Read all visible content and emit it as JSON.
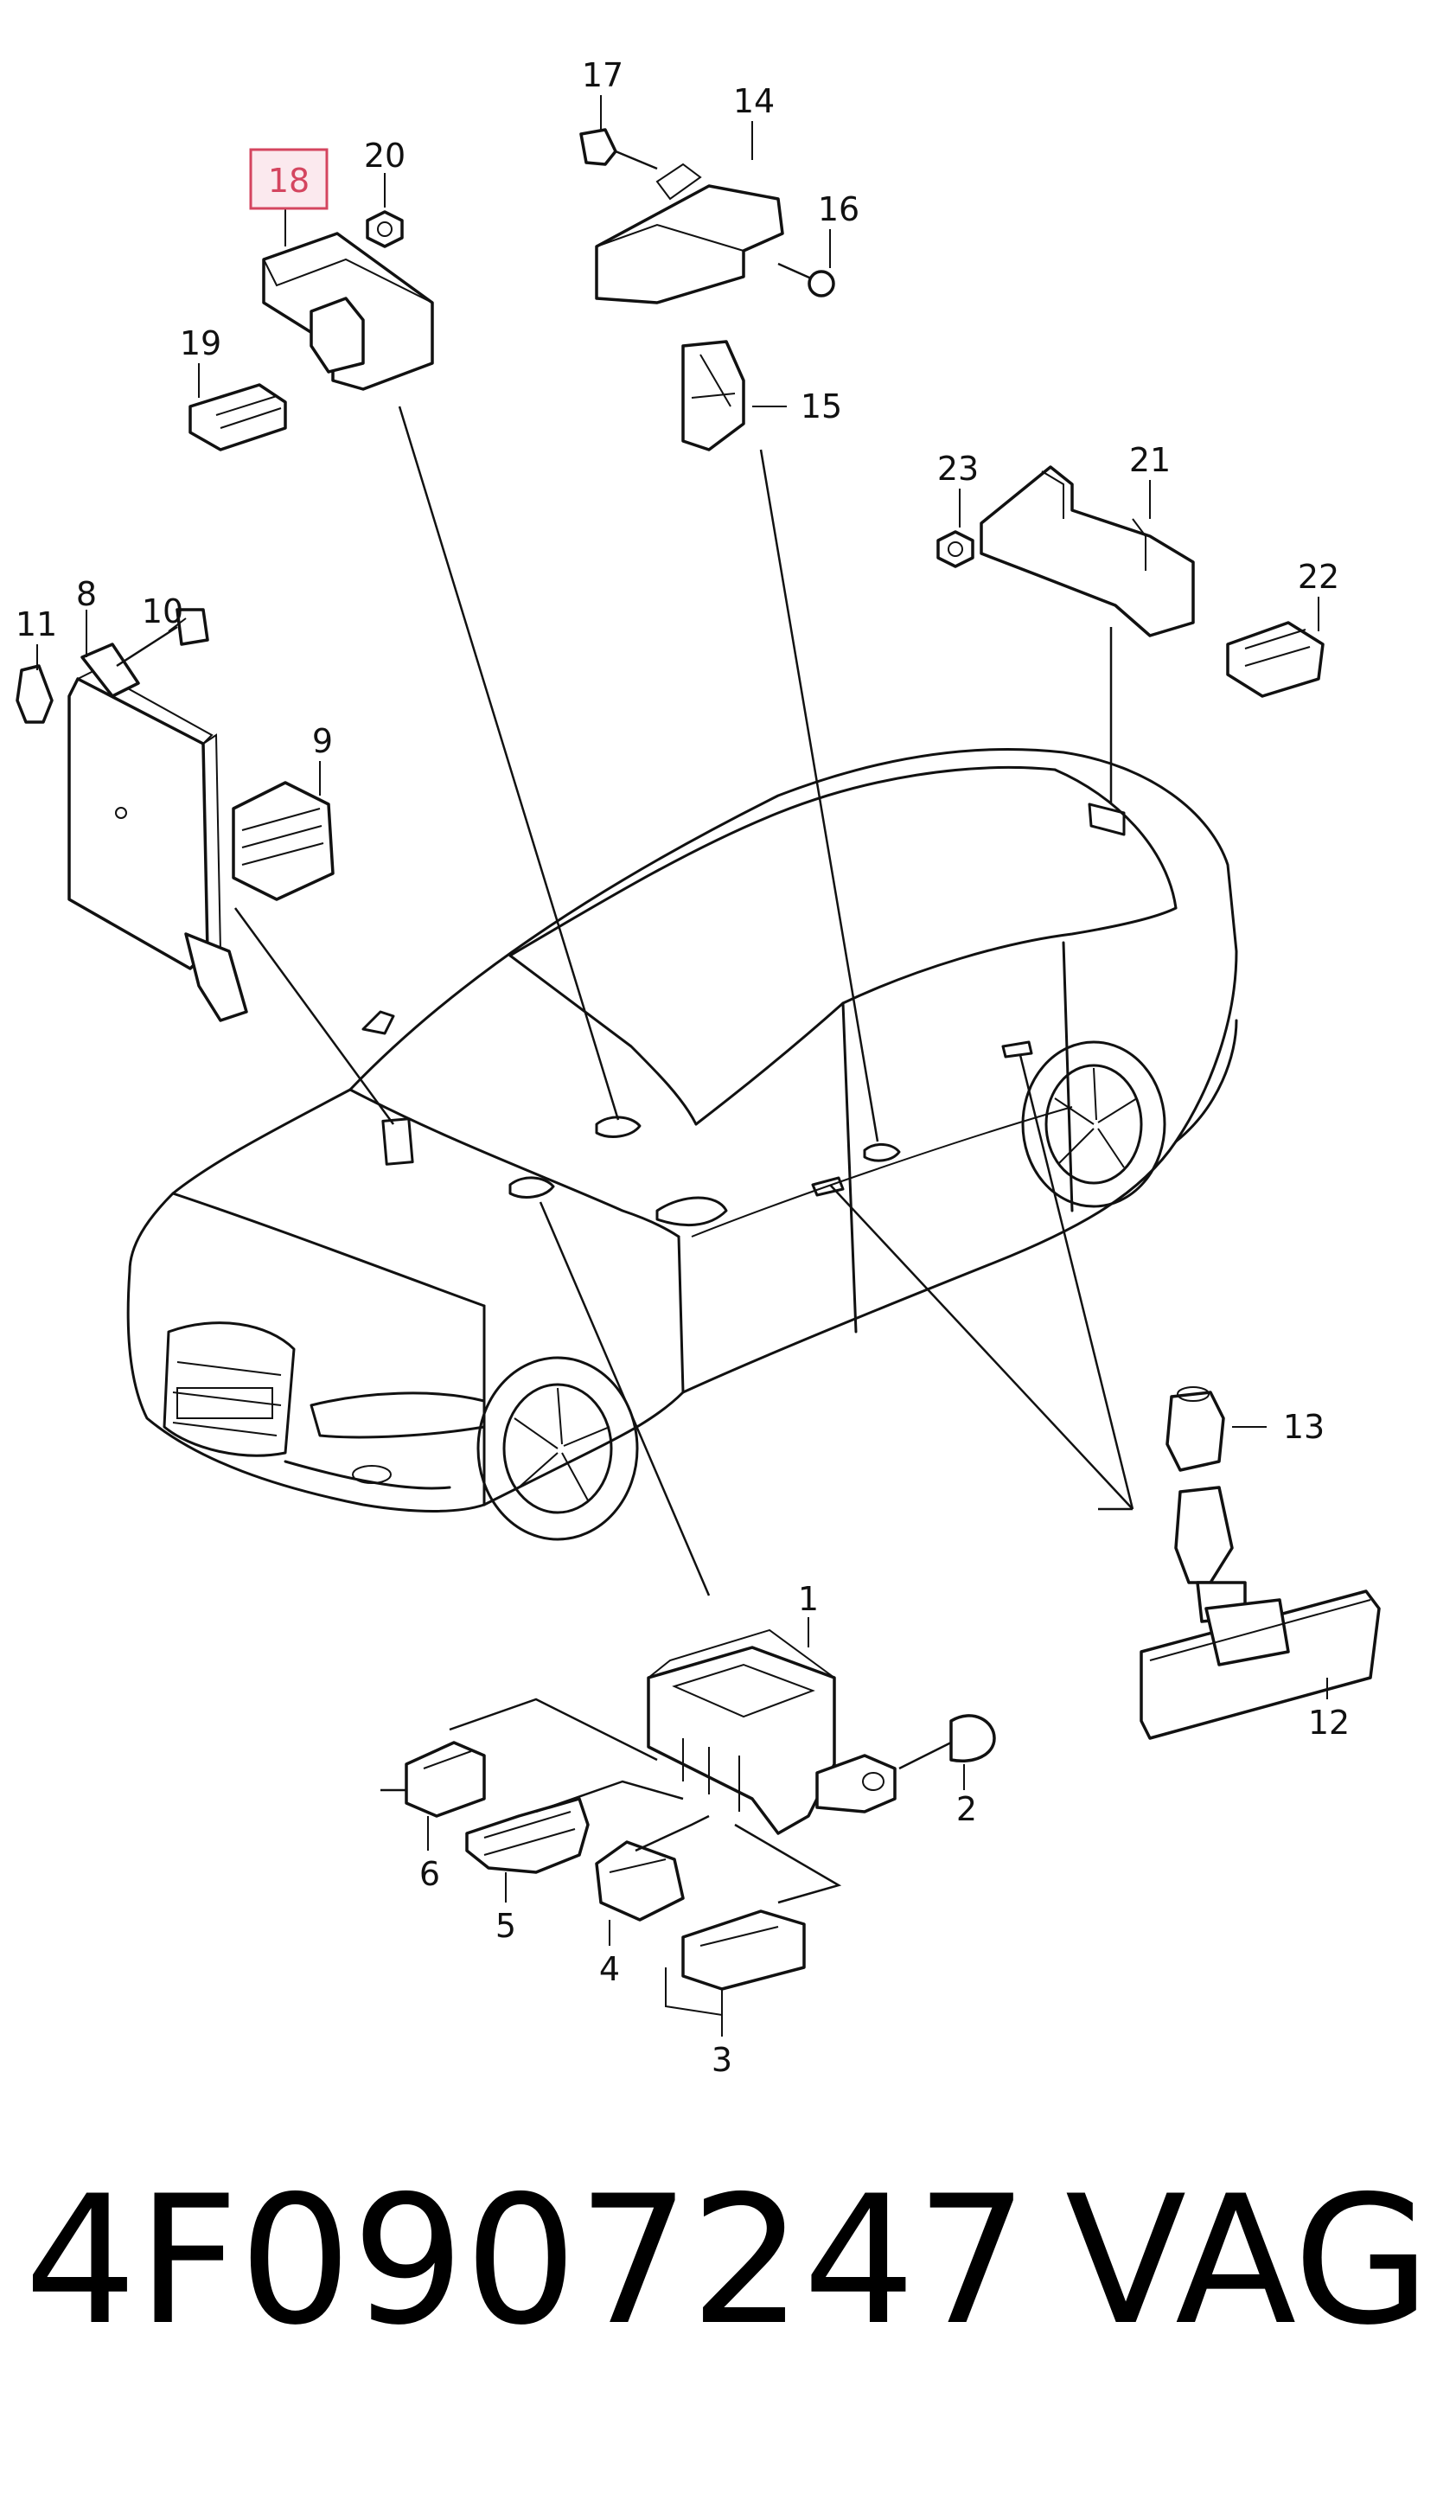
{
  "diagram": {
    "callouts": {
      "c1": "1",
      "c2": "2",
      "c3": "3",
      "c4": "4",
      "c5": "5",
      "c6": "6",
      "c8": "8",
      "c9": "9",
      "c10": "10",
      "c11": "11",
      "c12": "12",
      "c13": "13",
      "c14": "14",
      "c15": "15",
      "c16": "16",
      "c17": "17",
      "c18": "18",
      "c19": "19",
      "c20": "20",
      "c21": "21",
      "c22": "22",
      "c23": "23"
    },
    "highlighted_callout": "18",
    "highlight_color": "#d4455f"
  },
  "footer": {
    "part_number": "4F0907247",
    "brand": "VAG"
  }
}
